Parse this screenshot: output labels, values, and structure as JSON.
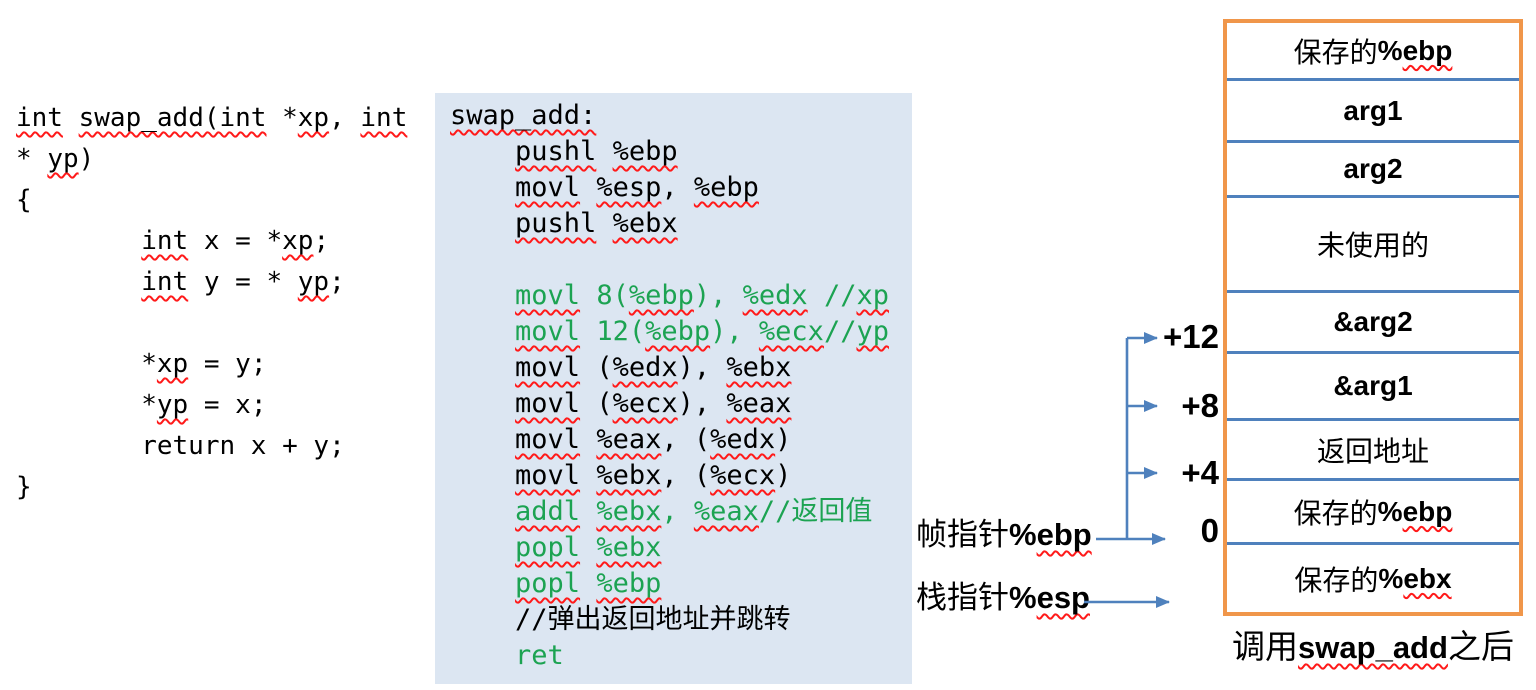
{
  "colors": {
    "code_green": "#1CA352",
    "squiggle_red": "#FF1A1A",
    "asm_panel_bg": "#DCE6F2",
    "connector_blue": "#4F81BD",
    "stack_border_orange": "#F0964A"
  },
  "c_code": {
    "lines": [
      {
        "segs": [
          {
            "t": "int",
            "sq": 1
          },
          {
            "t": " "
          },
          {
            "t": "swap_add(int",
            "sq": 1
          },
          {
            "t": " *"
          },
          {
            "t": "xp",
            "sq": 1
          },
          {
            "t": ", "
          },
          {
            "t": "int",
            "sq": 1
          }
        ]
      },
      {
        "segs": [
          {
            "t": "* "
          },
          {
            "t": "yp",
            "sq": 1
          },
          {
            "t": ")"
          }
        ]
      },
      {
        "segs": [
          {
            "t": "{"
          }
        ]
      },
      {
        "segs": [
          {
            "t": "        "
          },
          {
            "t": "int",
            "sq": 1
          },
          {
            "t": " x = *"
          },
          {
            "t": "xp",
            "sq": 1
          },
          {
            "t": ";"
          }
        ]
      },
      {
        "segs": [
          {
            "t": "        "
          },
          {
            "t": "int",
            "sq": 1
          },
          {
            "t": " y = * "
          },
          {
            "t": "yp",
            "sq": 1
          },
          {
            "t": ";"
          }
        ]
      },
      {
        "segs": []
      },
      {
        "segs": [
          {
            "t": "        *"
          },
          {
            "t": "xp",
            "sq": 1
          },
          {
            "t": " = y;"
          }
        ]
      },
      {
        "segs": [
          {
            "t": "        *"
          },
          {
            "t": "yp",
            "sq": 1
          },
          {
            "t": " = x;"
          }
        ]
      },
      {
        "segs": [
          {
            "t": "        return x + y;"
          }
        ]
      },
      {
        "segs": [
          {
            "t": "}"
          }
        ]
      }
    ]
  },
  "assembly": {
    "lines": [
      {
        "segs": [
          {
            "t": "swap_add:",
            "sq": 1
          }
        ]
      },
      {
        "segs": [
          {
            "t": "    "
          },
          {
            "t": "pushl",
            "sq": 1
          },
          {
            "t": " "
          },
          {
            "t": "%ebp",
            "sq": 1
          }
        ]
      },
      {
        "segs": [
          {
            "t": "    "
          },
          {
            "t": "movl",
            "sq": 1
          },
          {
            "t": " "
          },
          {
            "t": "%esp",
            "sq": 1
          },
          {
            "t": ", "
          },
          {
            "t": "%ebp",
            "sq": 1
          }
        ]
      },
      {
        "segs": [
          {
            "t": "    "
          },
          {
            "t": "pushl",
            "sq": 1
          },
          {
            "t": " "
          },
          {
            "t": "%ebx",
            "sq": 1
          }
        ]
      },
      {
        "segs": []
      },
      {
        "green": true,
        "segs": [
          {
            "t": "    "
          },
          {
            "t": "movl",
            "sq": 1
          },
          {
            "t": " 8("
          },
          {
            "t": "%ebp",
            "sq": 1
          },
          {
            "t": "), "
          },
          {
            "t": "%edx",
            "sq": 1
          },
          {
            "t": " //"
          },
          {
            "t": "xp",
            "sq": 1
          }
        ]
      },
      {
        "green": true,
        "segs": [
          {
            "t": "    "
          },
          {
            "t": "movl",
            "sq": 1
          },
          {
            "t": " 12("
          },
          {
            "t": "%ebp",
            "sq": 1
          },
          {
            "t": "), "
          },
          {
            "t": "%ecx",
            "sq": 1
          },
          {
            "t": "//"
          },
          {
            "t": "yp",
            "sq": 1
          }
        ]
      },
      {
        "segs": [
          {
            "t": "    "
          },
          {
            "t": "movl",
            "sq": 1
          },
          {
            "t": " ("
          },
          {
            "t": "%edx",
            "sq": 1
          },
          {
            "t": "), "
          },
          {
            "t": "%ebx",
            "sq": 1
          }
        ]
      },
      {
        "segs": [
          {
            "t": "    "
          },
          {
            "t": "movl",
            "sq": 1
          },
          {
            "t": " ("
          },
          {
            "t": "%ecx",
            "sq": 1
          },
          {
            "t": "), "
          },
          {
            "t": "%eax",
            "sq": 1
          }
        ]
      },
      {
        "segs": [
          {
            "t": "    "
          },
          {
            "t": "movl",
            "sq": 1
          },
          {
            "t": " "
          },
          {
            "t": "%eax",
            "sq": 1
          },
          {
            "t": ", ("
          },
          {
            "t": "%edx",
            "sq": 1
          },
          {
            "t": ")"
          }
        ]
      },
      {
        "segs": [
          {
            "t": "    "
          },
          {
            "t": "movl",
            "sq": 1
          },
          {
            "t": " "
          },
          {
            "t": "%ebx",
            "sq": 1
          },
          {
            "t": ", ("
          },
          {
            "t": "%ecx",
            "sq": 1
          },
          {
            "t": ")"
          }
        ]
      },
      {
        "green": true,
        "segs": [
          {
            "t": "    "
          },
          {
            "t": "addl",
            "sq": 1
          },
          {
            "t": " "
          },
          {
            "t": "%ebx",
            "sq": 1
          },
          {
            "t": ", "
          },
          {
            "t": "%eax",
            "sq": 1
          },
          {
            "t": "//返回值"
          }
        ]
      },
      {
        "green": true,
        "segs": [
          {
            "t": "    "
          },
          {
            "t": "popl",
            "sq": 1
          },
          {
            "t": " "
          },
          {
            "t": "%ebx",
            "sq": 1
          }
        ]
      },
      {
        "green": true,
        "segs": [
          {
            "t": "    "
          },
          {
            "t": "popl",
            "sq": 1
          },
          {
            "t": " "
          },
          {
            "t": "%ebp",
            "sq": 1
          }
        ]
      },
      {
        "segs": [
          {
            "t": "    //弹出返回地址并跳转"
          }
        ]
      },
      {
        "green": true,
        "segs": [
          {
            "t": "    "
          },
          {
            "t": "ret"
          }
        ]
      }
    ]
  },
  "stack": {
    "rows": [
      {
        "segs": [
          {
            "t": "保存的"
          },
          {
            "t": "%",
            "lat": 1
          },
          {
            "t": "ebp",
            "lat": 1,
            "sq": 1
          }
        ]
      },
      {
        "segs": [
          {
            "t": "arg1",
            "lat": 1
          }
        ]
      },
      {
        "segs": [
          {
            "t": "arg2",
            "lat": 1
          }
        ]
      },
      {
        "segs": [
          {
            "t": "未使用的"
          }
        ]
      },
      {
        "segs": [
          {
            "t": "&arg2",
            "lat": 1
          }
        ]
      },
      {
        "segs": [
          {
            "t": "&arg1",
            "lat": 1
          }
        ]
      },
      {
        "segs": [
          {
            "t": "返回地址"
          }
        ]
      },
      {
        "segs": [
          {
            "t": "保存的"
          },
          {
            "t": "%",
            "lat": 1
          },
          {
            "t": "ebp",
            "lat": 1,
            "sq": 1
          }
        ]
      },
      {
        "segs": [
          {
            "t": "保存的"
          },
          {
            "t": "%",
            "lat": 1
          },
          {
            "t": "ebx",
            "lat": 1,
            "sq": 1
          }
        ]
      }
    ],
    "offsets": [
      {
        "text": "+12"
      },
      {
        "text": "+8"
      },
      {
        "text": "+4"
      },
      {
        "text": "0"
      }
    ],
    "pointers": {
      "frame": [
        {
          "t": "帧指针"
        },
        {
          "t": "%",
          "lat": 1
        },
        {
          "t": "ebp",
          "lat": 1,
          "sq": 1
        }
      ],
      "stackp": [
        {
          "t": "栈指针"
        },
        {
          "t": "%",
          "lat": 1
        },
        {
          "t": "esp",
          "lat": 1,
          "sq": 1
        }
      ]
    },
    "caption": [
      {
        "t": "调用"
      },
      {
        "t": "swap_add",
        "lat": 1,
        "sq": 1
      },
      {
        "t": "之后"
      }
    ]
  }
}
